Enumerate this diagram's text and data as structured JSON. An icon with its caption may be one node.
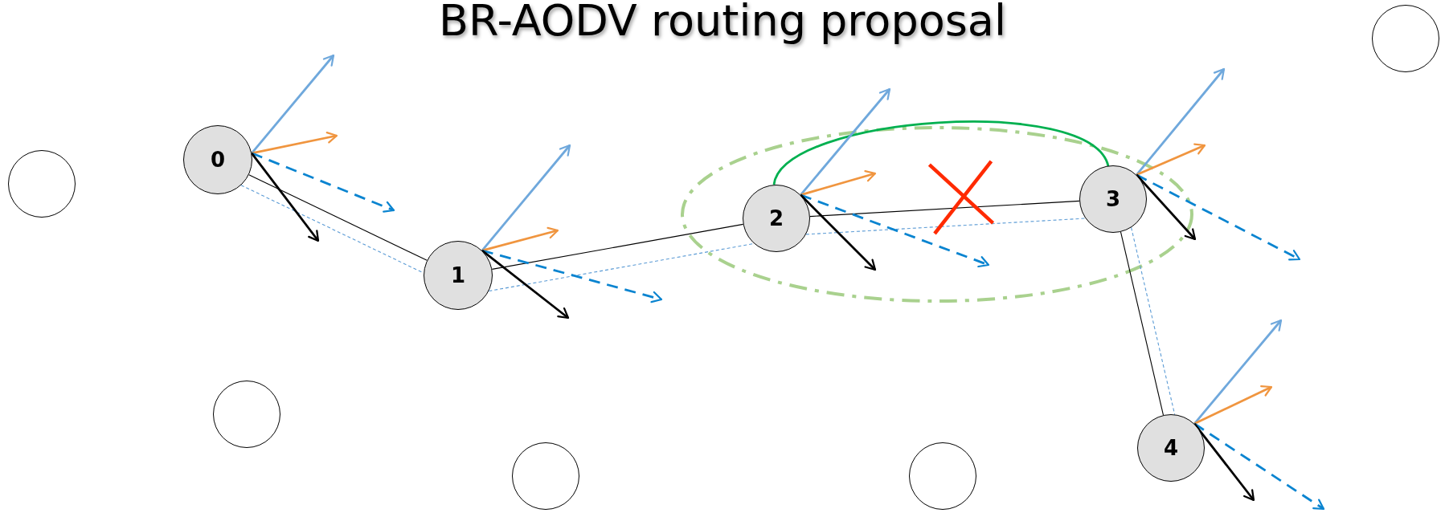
{
  "diagram": {
    "title": "BR-AODV routing proposal",
    "nodes": [
      {
        "text": [
          "0"
        ]
      },
      {
        "text": [
          "1"
        ]
      },
      {
        "text": [
          "2"
        ]
      },
      {
        "text": [
          "3"
        ]
      },
      {
        "text": [
          "4"
        ]
      },
      {
        "text": [],
        "shape": "circle"
      },
      {
        "text": [],
        "shape": "circle"
      },
      {
        "text": [],
        "shape": "circle"
      },
      {
        "text": [],
        "shape": "circle"
      },
      {
        "text": [],
        "shape": "circle"
      }
    ],
    "edges": [
      {
        "from": 0,
        "to": 1,
        "arrow": "none"
      },
      {
        "from": 1,
        "to": 2,
        "arrow": "none"
      },
      {
        "from": 2,
        "to": 3,
        "arrow": "none"
      },
      {
        "from": 3,
        "to": 4,
        "arrow": "none"
      },
      {
        "from": 0,
        "to": 1,
        "arrow": "none",
        "style": "dashed",
        "color": "#5b9bd5"
      },
      {
        "from": 1,
        "to": 2,
        "arrow": "none",
        "style": "dashed",
        "color": "#5b9bd5"
      },
      {
        "from": 2,
        "to": 3,
        "arrow": "none",
        "style": "dashed",
        "color": "#5b9bd5"
      },
      {
        "from": 3,
        "to": 4,
        "arrow": "none",
        "style": "dashed",
        "color": "#5b9bd5"
      },
      {
        "from": 2,
        "to": 3,
        "arrow": "none",
        "color": "#00b050"
      },
      {
        "from": 0,
        "to": null,
        "arrow": "to",
        "color": "#6fa8dc"
      },
      {
        "from": 0,
        "to": null,
        "arrow": "to",
        "color": "#f0953f"
      },
      {
        "from": 0,
        "to": null,
        "arrow": "to",
        "style": "dashed",
        "color": "#0a84d0"
      },
      {
        "from": 0,
        "to": null,
        "arrow": "to"
      },
      {
        "from": 1,
        "to": null,
        "arrow": "to",
        "color": "#6fa8dc"
      },
      {
        "from": 1,
        "to": null,
        "arrow": "to",
        "color": "#f0953f"
      },
      {
        "from": 1,
        "to": null,
        "arrow": "to",
        "style": "dashed",
        "color": "#0a84d0"
      },
      {
        "from": 1,
        "to": null,
        "arrow": "to"
      },
      {
        "from": 2,
        "to": null,
        "arrow": "to",
        "color": "#6fa8dc"
      },
      {
        "from": 2,
        "to": null,
        "arrow": "to",
        "color": "#f0953f"
      },
      {
        "from": 2,
        "to": null,
        "arrow": "to",
        "style": "dashed",
        "color": "#0a84d0"
      },
      {
        "from": 2,
        "to": null,
        "arrow": "to"
      },
      {
        "from": 3,
        "to": null,
        "arrow": "to",
        "color": "#6fa8dc"
      },
      {
        "from": 3,
        "to": null,
        "arrow": "to",
        "color": "#f0953f"
      },
      {
        "from": 3,
        "to": null,
        "arrow": "to",
        "style": "dashed",
        "color": "#0a84d0"
      },
      {
        "from": 3,
        "to": null,
        "arrow": "to"
      },
      {
        "from": 4,
        "to": null,
        "arrow": "to",
        "color": "#6fa8dc"
      },
      {
        "from": 4,
        "to": null,
        "arrow": "to",
        "color": "#f0953f"
      },
      {
        "from": 4,
        "to": null,
        "arrow": "to",
        "style": "dashed",
        "color": "#0a84d0"
      },
      {
        "from": 4,
        "to": null,
        "arrow": "to"
      }
    ]
  }
}
